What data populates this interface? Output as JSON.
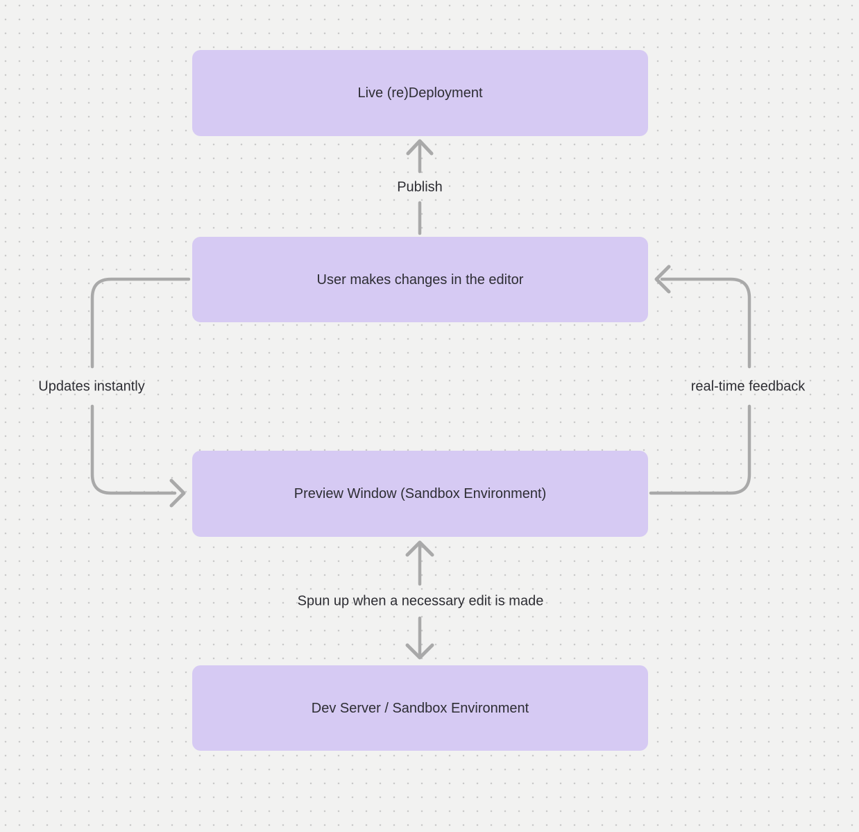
{
  "diagram": {
    "nodes": [
      {
        "id": "live-deployment",
        "label": "Live (re)Deployment"
      },
      {
        "id": "editor",
        "label": "User makes changes in the editor"
      },
      {
        "id": "preview-window",
        "label": "Preview Window (Sandbox Environment)"
      },
      {
        "id": "dev-server",
        "label": "Dev Server / Sandbox Environment"
      }
    ],
    "edges": [
      {
        "id": "publish",
        "label": "Publish",
        "from": "editor",
        "to": "live-deployment",
        "direction": "up"
      },
      {
        "id": "updates-instantly",
        "label": "Updates instantly",
        "from": "editor",
        "to": "preview-window",
        "direction": "left-loop-down"
      },
      {
        "id": "real-time-feedback",
        "label": "real-time feedback",
        "from": "preview-window",
        "to": "editor",
        "direction": "right-loop-up"
      },
      {
        "id": "spun-up",
        "label": "Spun up when a necessary edit is made",
        "from": "dev-server",
        "to": "preview-window",
        "direction": "bidirectional"
      }
    ],
    "colors": {
      "background": "#f2f2f1",
      "dot": "#c9c9c9",
      "node_fill": "#d6caf3",
      "node_text": "#2d2d33",
      "arrow": "#a9a9a9",
      "label_text": "#2d2d33"
    }
  }
}
